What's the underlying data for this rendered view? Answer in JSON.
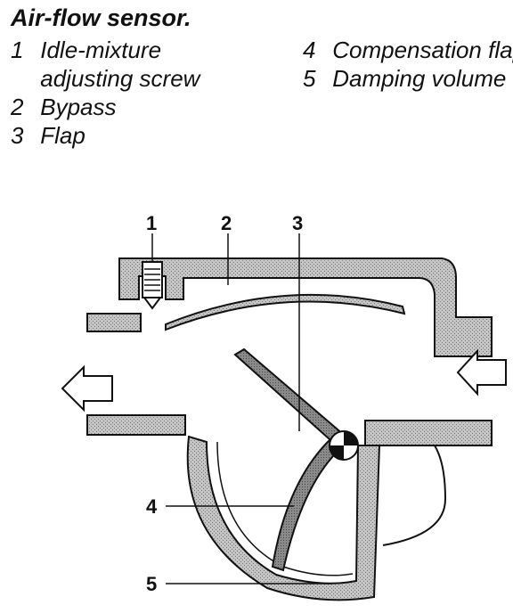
{
  "caption": {
    "title": "Air-flow sensor.",
    "items": [
      {
        "number": "1",
        "text": "Idle-mixture adjusting screw"
      },
      {
        "number": "2",
        "text": "Bypass"
      },
      {
        "number": "3",
        "text": "Flap"
      },
      {
        "number": "4",
        "text": "Compensation flap"
      },
      {
        "number": "5",
        "text": "Damping volume"
      }
    ]
  },
  "callouts": [
    "1",
    "2",
    "3",
    "4",
    "5"
  ],
  "colors": {
    "housing": "#b9b9b9",
    "flap": "#8c8c8c",
    "outline": "#111111",
    "background": "#ffffff"
  },
  "icons": {
    "inlet_arrow": "arrow-left-icon",
    "outlet_arrow": "arrow-left-icon"
  }
}
